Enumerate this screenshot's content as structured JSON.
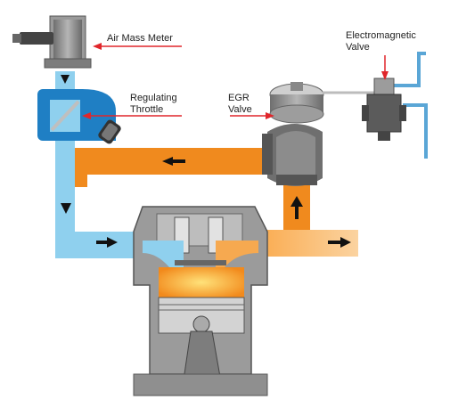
{
  "labels": {
    "air_mass_meter": "Air Mass Meter",
    "regulating_throttle_line1": "Regulating",
    "regulating_throttle_line2": "Throttle",
    "egr_valve_line1": "EGR",
    "egr_valve_line2": "Valve",
    "electromagnetic_valve_line1": "Electromagnetic",
    "electromagnetic_valve_line2": "Valve"
  },
  "colors": {
    "intake_air": "#8fd0ee",
    "exhaust": "#f08a1e",
    "pointer_arrow": "#e0262b",
    "component_blue": "#1f7fc4",
    "metal_gray": "#8a8a8a",
    "vacuum_line": "#5aa6d6",
    "combustion": "#f7b733"
  }
}
